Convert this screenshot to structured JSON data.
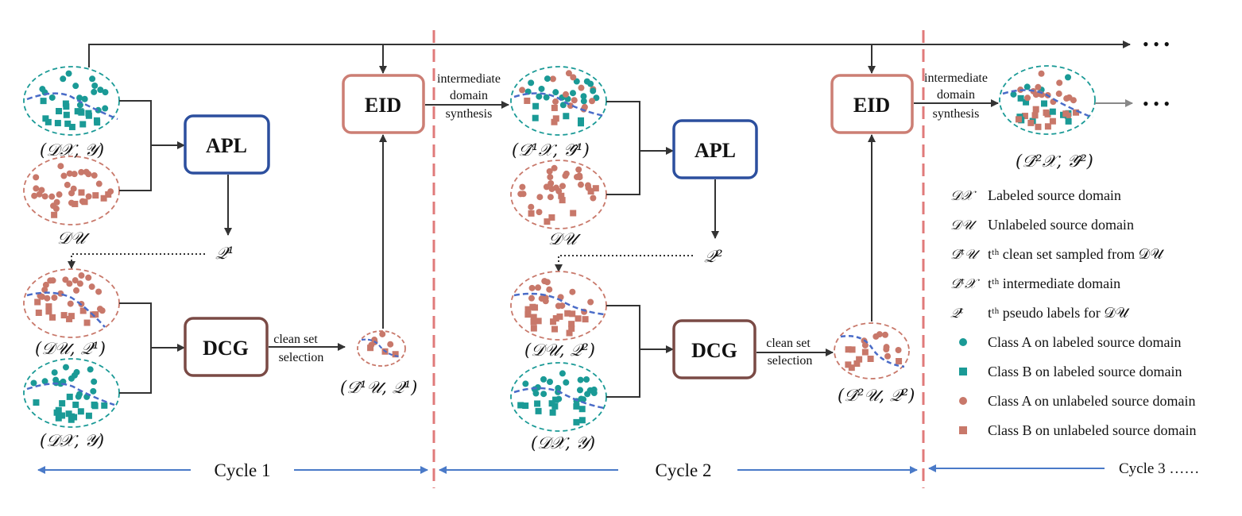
{
  "colors": {
    "teal": "#1a9a96",
    "salmon": "#c8786a",
    "boundary": "#4a6cc8",
    "apl_border": "#2c4f9e",
    "dcg_border": "#7a4a45",
    "eid_border": "#cc7e74",
    "cycle_divider": "#e07a7a",
    "cycle_arrow": "#4a7ac8",
    "arrow": "#333333",
    "continuation_arrow": "#888888"
  },
  "modules": {
    "apl": "APL",
    "dcg": "DCG",
    "eid": "EID"
  },
  "edge_labels": {
    "intermediate": "intermediate",
    "domain": "domain",
    "synthesis": "synthesis",
    "clean_set": "clean set",
    "selection": "selection"
  },
  "set_labels": {
    "dx_y": "(𝒟𝒳, 𝒴)",
    "du": "𝒟𝒰",
    "q1": "𝒬¹",
    "q2": "𝒬²",
    "du_q1": "(𝒟𝒰, 𝒬¹)",
    "du_q2": "(𝒟𝒰, 𝒬²)",
    "dhat_u1_q1": "(𝒟̂¹𝒰, 𝒬¹)",
    "dhat_u2_q2": "(𝒟̂²𝒰, 𝒬²)",
    "dhat_x1_yhat1": "(𝒟̂¹𝒳, 𝒴̂¹)",
    "dhat_x2_yhat2": "(𝒟̂²𝒳, 𝒴̂²)"
  },
  "cycles": {
    "cycle1": "Cycle 1",
    "cycle2": "Cycle 2",
    "cycle3": "Cycle 3 ……"
  },
  "ellipsis": "• • •",
  "legend": {
    "symbols": [
      {
        "symbol": "𝒟𝒳",
        "text": "Labeled source domain"
      },
      {
        "symbol": "𝒟𝒰",
        "text": "Unlabeled source domain"
      },
      {
        "symbol": "𝒟̂ᵗ𝒰",
        "text": "tᵗʰ clean set sampled from 𝒟𝒰"
      },
      {
        "symbol": "𝒟̂ᵗ𝒳",
        "text": "tᵗʰ intermediate domain"
      },
      {
        "symbol": "𝒬ᵗ",
        "text": "tᵗʰ pseudo labels for 𝒟𝒰"
      }
    ],
    "markers": [
      {
        "marker": "circle",
        "color": "#1a9a96",
        "text": "Class A on labeled source domain"
      },
      {
        "marker": "square",
        "color": "#1a9a96",
        "text": "Class B on labeled source domain"
      },
      {
        "marker": "circle",
        "color": "#c8786a",
        "text": "Class A on unlabeled source domain"
      },
      {
        "marker": "square",
        "color": "#c8786a",
        "text": "Class B on unlabeled source domain"
      }
    ]
  }
}
